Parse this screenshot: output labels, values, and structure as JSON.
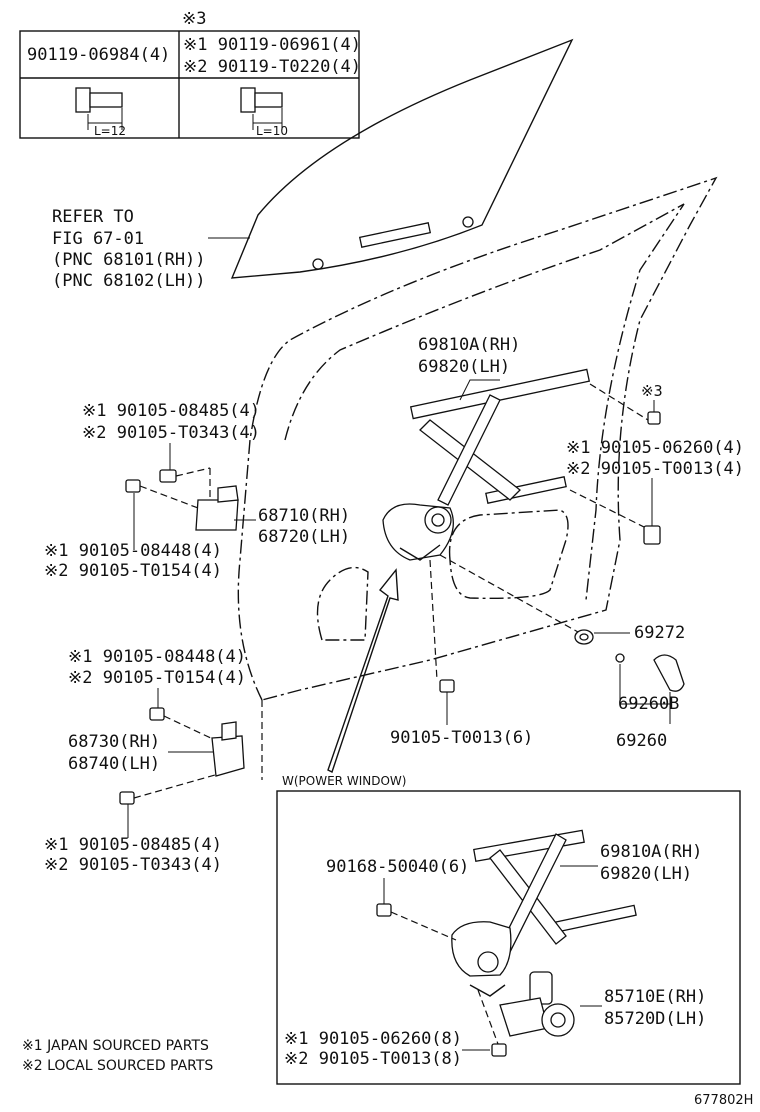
{
  "bolt_table": {
    "header_note": "※3",
    "left_part": "90119-06984(4)",
    "right_part_1": "※1 90119-06961(4)",
    "right_part_2": "※2 90119-T0220(4)",
    "left_length": "L=12",
    "right_length": "L=10"
  },
  "labels": {
    "refer_1": "REFER TO",
    "refer_2": "FIG 67-01",
    "refer_3": "(PNC 68101(RH))",
    "refer_4": "(PNC 68102(LH))",
    "reg_rh": "69810A(RH)",
    "reg_lh": "69820(LH)",
    "note3": "※3",
    "bolt_a1": "※1 90105-08485(4)",
    "bolt_a2": "※2 90105-T0343(4)",
    "bolt_b1": "※1 90105-06260(4)",
    "bolt_b2": "※2 90105-T0013(4)",
    "hinge_up_rh": "68710(RH)",
    "hinge_up_lh": "68720(LH)",
    "bolt_c1": "※1 90105-08448(4)",
    "bolt_c2": "※2 90105-T0154(4)",
    "part_69272": "69272",
    "bolt_d1": "※1 90105-08448(4)",
    "bolt_d2": "※2 90105-T0154(4)",
    "handle_b": "69260B",
    "handle": "69260",
    "hinge_lo_rh": "68730(RH)",
    "hinge_lo_lh": "68740(LH)",
    "bolt_lower": "90105-T0013(6)",
    "bolt_e1": "※1 90105-08485(4)",
    "bolt_e2": "※2 90105-T0343(4)"
  },
  "power_window": {
    "title": "W(POWER WINDOW)",
    "bolt": "90168-50040(6)",
    "reg_rh": "69810A(RH)",
    "reg_lh": "69820(LH)",
    "motor_rh": "85710E(RH)",
    "motor_lh": "85720D(LH)",
    "bolt_1": "※1 90105-06260(8)",
    "bolt_2": "※2 90105-T0013(8)"
  },
  "legend": {
    "note_1": "※1 JAPAN SOURCED PARTS",
    "note_2": "※2 LOCAL SOURCED PARTS"
  },
  "figure_id": "677802H"
}
